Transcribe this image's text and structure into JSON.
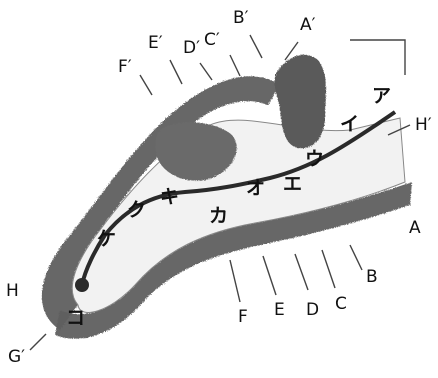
{
  "labels": {
    "A": "A",
    "B": "B",
    "C": "C",
    "D": "D",
    "E": "E",
    "F": "F",
    "G": "G′",
    "H": "H",
    "A_prime": "A′",
    "B_prime": "B′",
    "C_prime": "C′",
    "D_prime": "D′",
    "E_prime": "E′",
    "F_prime": "F′",
    "H_prime": "H′"
  },
  "kana": {
    "a": "ア",
    "i": "イ",
    "u": "ウ",
    "e": "エ",
    "o": "オ",
    "ka": "カ",
    "ki": "キ",
    "ku": "ク",
    "ke": "ケ",
    "ko": "コ"
  }
}
